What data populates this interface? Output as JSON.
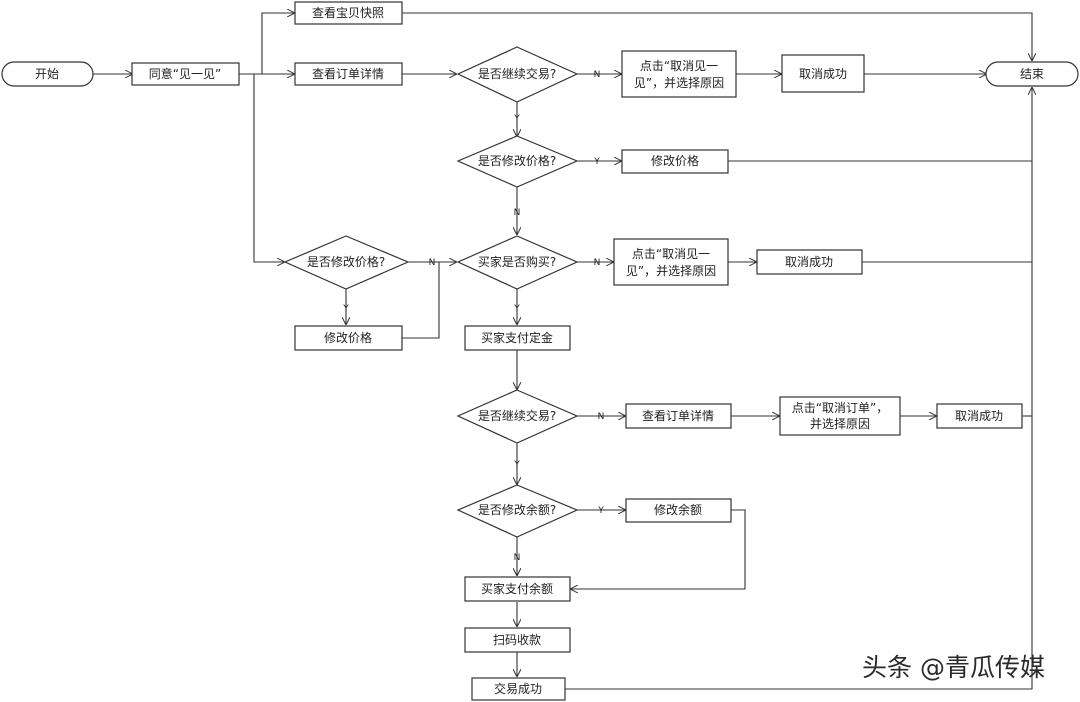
{
  "nodes": {
    "start": "开始",
    "agree": "同意“见一见”",
    "snapshot": "查看宝贝快照",
    "view_order_1": "查看订单详情",
    "continue_trade_1": "是否继续交易?",
    "cancel_meet_1_line1": "点击“取消见一",
    "cancel_meet_1_line2": "见”，并选择原因",
    "cancel_success_1": "取消成功",
    "end": "结束",
    "modify_price_q_1": "是否修改价格?",
    "modify_price_1": "修改价格",
    "modify_price_q_2": "是否修改价格?",
    "buyer_buy_q": "买家是否购买?",
    "cancel_meet_2_line1": "点击“取消见一",
    "cancel_meet_2_line2": "见”，并选择原因",
    "cancel_success_2": "取消成功",
    "modify_price_2": "修改价格",
    "pay_deposit": "买家支付定金",
    "continue_trade_2": "是否继续交易?",
    "view_order_2": "查看订单详情",
    "cancel_order_line1": "点击“取消订单”，",
    "cancel_order_line2": "并选择原因",
    "cancel_success_3": "取消成功",
    "modify_balance_q": "是否修改余额?",
    "modify_balance": "修改余额",
    "pay_balance": "买家支付余额",
    "scan_pay": "扫码收款",
    "trade_success": "交易成功"
  },
  "labels": {
    "yes": "Y",
    "no": "N"
  },
  "watermark": "头条 @青瓜传媒"
}
